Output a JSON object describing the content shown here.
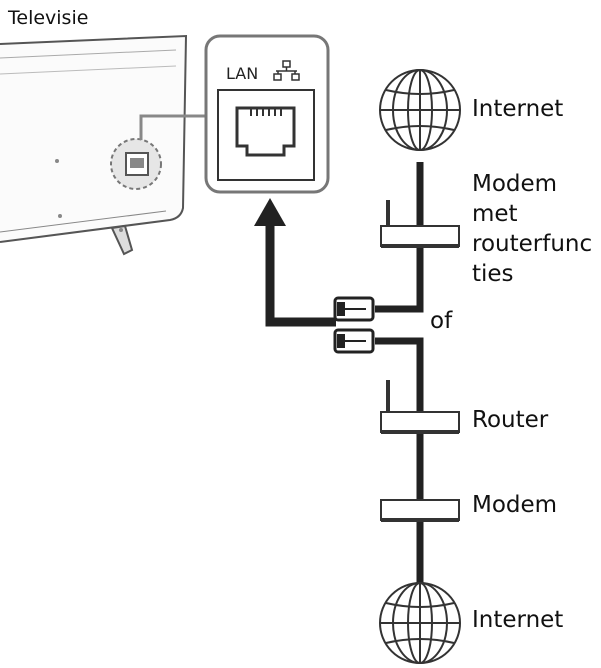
{
  "tv": {
    "label": "Televisie"
  },
  "port": {
    "label": "LAN"
  },
  "devices": {
    "internet_top": "Internet",
    "modem_router_lines": [
      "Modem",
      "met",
      "routerfunc",
      "ties"
    ],
    "or": "of",
    "router": "Router",
    "modem": "Modem",
    "internet_bottom": "Internet"
  }
}
